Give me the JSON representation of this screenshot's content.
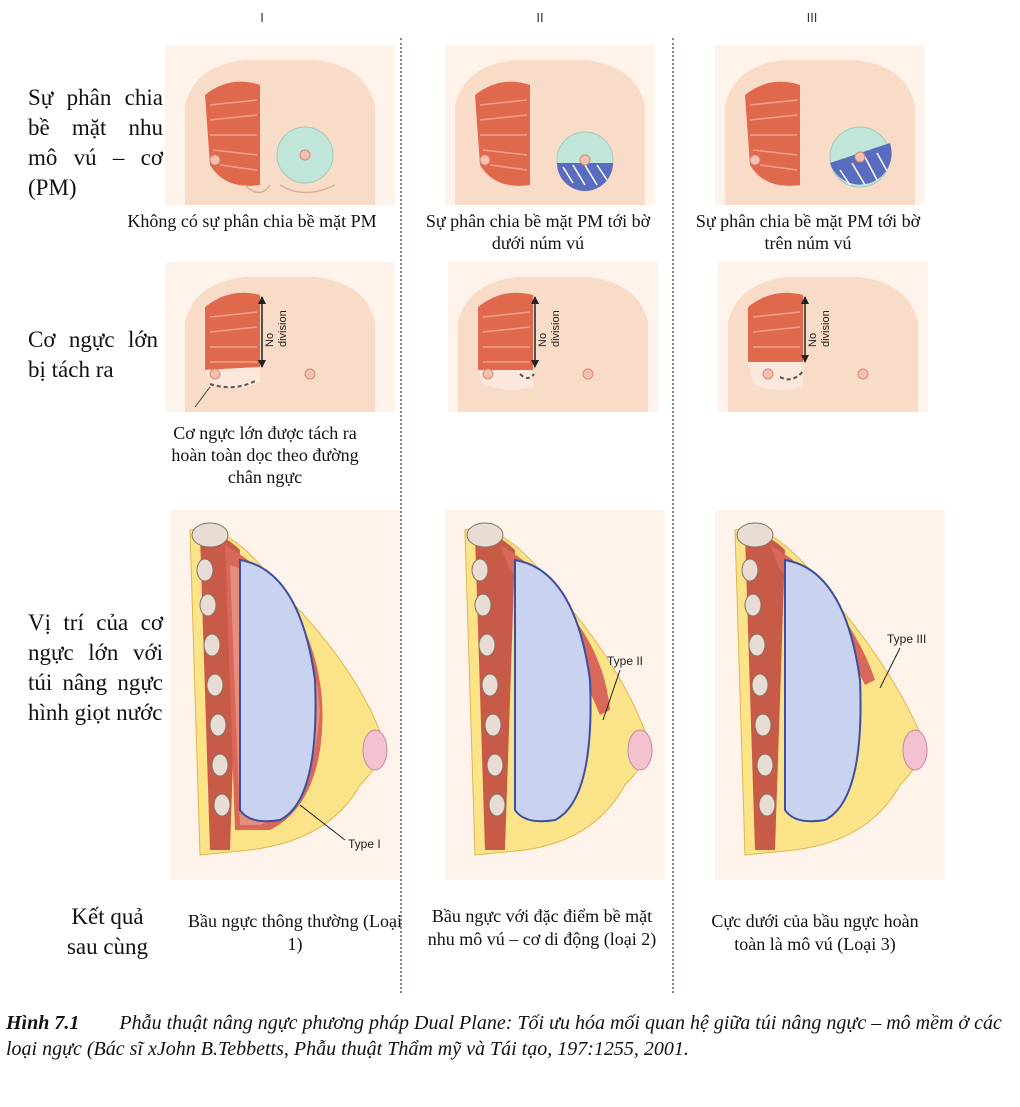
{
  "columns": [
    "I",
    "II",
    "III"
  ],
  "rows": {
    "surface": {
      "label": "Sự phân chia bề mặt nhu mô vú – cơ (PM)",
      "captions": [
        "Không có sự phân chia bề mặt PM",
        "Sự phân chia bề mặt PM tới bờ dưới núm vú",
        "Sự phân chia bề mặt PM tới bờ trên núm vú"
      ]
    },
    "muscle": {
      "label": "Cơ ngực lớn bị tách ra",
      "arrow_text": [
        "No",
        "division"
      ],
      "caption": "Cơ ngực lớn được tách ra hoàn toàn dọc theo đường chân ngực"
    },
    "position": {
      "label": "Vị trí của cơ ngực lớn với túi nâng ngực hình giọt nước",
      "types": [
        "Type I",
        "Type II",
        "Type III"
      ]
    },
    "result": {
      "label": "Kết quả sau cùng",
      "texts": [
        "Bầu ngực thông thường (Loại 1)",
        "Bầu ngực với đặc điểm bề mặt nhu mô vú – cơ di động (loại 2)",
        "Cực dưới của bầu ngực hoàn toàn là mô vú (Loại 3)"
      ]
    }
  },
  "figure_caption": {
    "number": "Hình 7.1",
    "text": "Phẫu thuật nâng ngực phương pháp Dual Plane: Tối ưu hóa mối quan hệ giữa túi nâng ngực – mô mềm ở các loại ngực (Bác sĩ xJohn B.Tebbetts, Phẫu thuật Thẩm mỹ và Tái tạo, 197:1255, 2001."
  },
  "colors": {
    "skin": "#f8dcc8",
    "muscle": "#e0684c",
    "breast_tissue": "#bfe6d8",
    "implant": "#c9d2ee",
    "fat": "#fbe389",
    "divider": "#8a7f9e"
  }
}
